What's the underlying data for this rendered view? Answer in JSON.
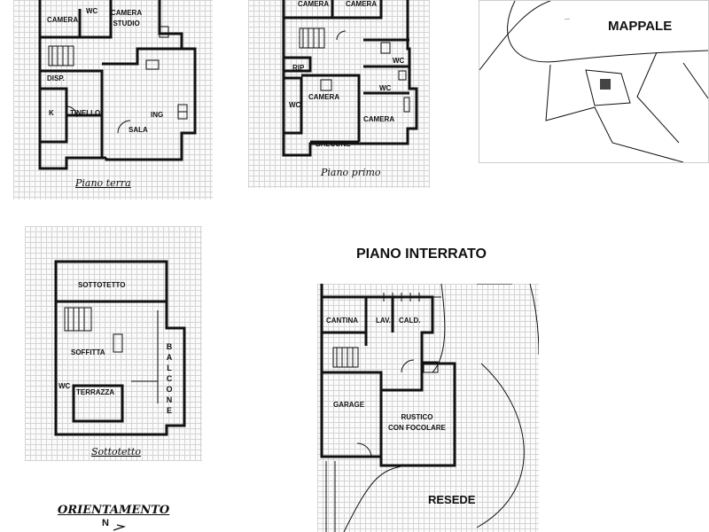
{
  "piano_terra": {
    "caption": "Piano terra",
    "rooms": {
      "camera": "CAMERA",
      "wc": "WC",
      "camera_studio_1": "CAMERA",
      "camera_studio_2": "STUDIO",
      "disp": "DISP.",
      "k": "K",
      "tinello": "TINELLO",
      "ing": "ING",
      "sala": "SALA"
    }
  },
  "piano_primo": {
    "caption": "Piano primo",
    "rooms": {
      "camera_top_left": "CAMERA",
      "camera_top_right": "CAMERA",
      "rip": "RIP",
      "wc_right_upper": "WC",
      "wc_right_lower": "WC",
      "wc_left": "WC",
      "camera_center": "CAMERA",
      "camera_right": "CAMERA",
      "balcone": "BALCONE"
    }
  },
  "mappale": {
    "title": "MAPPALE"
  },
  "sottotetto": {
    "caption": "Sottotetto",
    "rooms": {
      "sottotetto": "SOTTOTETTO",
      "soffitta": "SOFFITTA",
      "wc": "WC",
      "terrazza": "TERRAZZA",
      "balcone": "BALCONE"
    }
  },
  "piano_interrato": {
    "title": "PIANO INTERRATO",
    "rooms": {
      "cantina": "CANTINA",
      "lav": "LAV.",
      "cald": "CALD.",
      "garage": "GARAGE",
      "rustico_1": "RUSTICO",
      "rustico_2": "CON FOCOLARE",
      "resede": "RESEDE"
    }
  },
  "orientamento": {
    "label": "ORIENTAMENTO",
    "north": "N"
  }
}
